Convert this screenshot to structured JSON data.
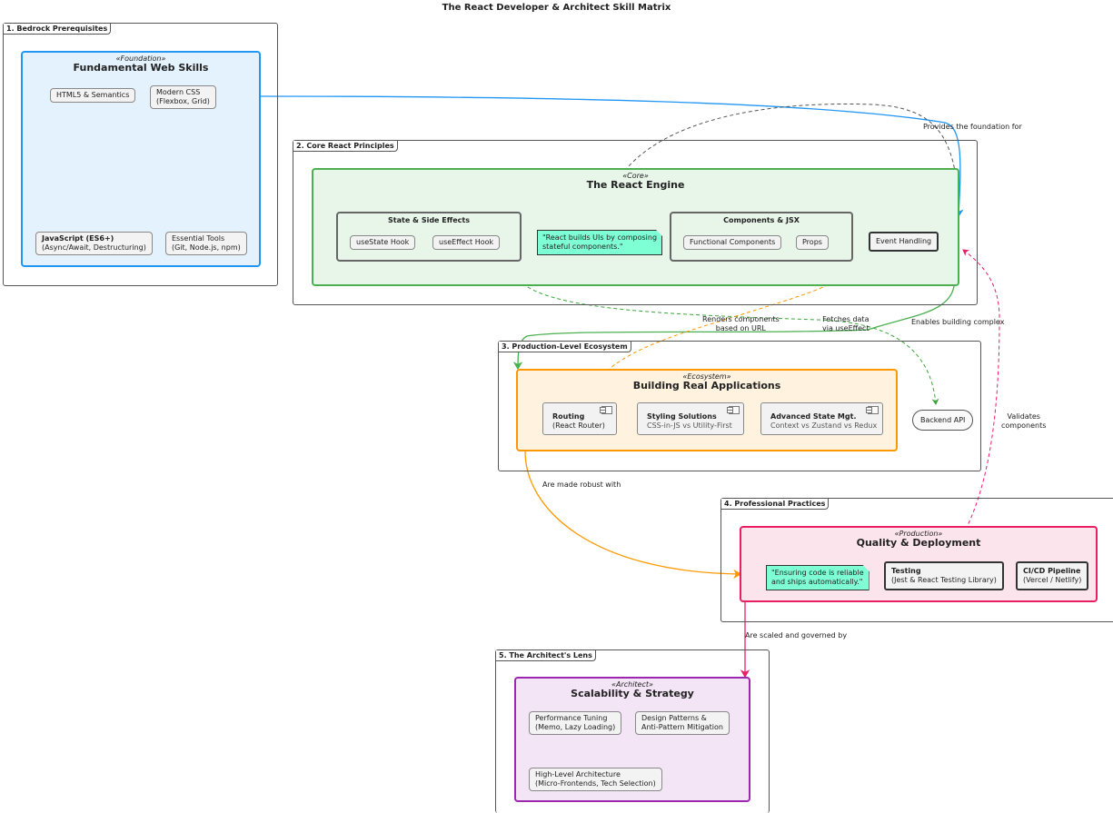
{
  "title": "The React Developer & Architect Skill Matrix",
  "frames": {
    "f1": "1. Bedrock Prerequisites",
    "f2": "2. Core React Principles",
    "f3": "3. Production-Level Ecosystem",
    "f4": "4. Professional Practices",
    "f5": "5. The Architect's Lens"
  },
  "foundation": {
    "stereotype": "«Foundation»",
    "title": "Fundamental Web Skills",
    "html": "HTML5 & Semantics",
    "css_1": "Modern CSS",
    "css_2": "(Flexbox, Grid)",
    "js_1": "JavaScript (ES6+)",
    "js_2": "(Async/Await, Destructuring)",
    "tools_1": "Essential Tools",
    "tools_2": "(Git, Node.js, npm)"
  },
  "core": {
    "stereotype": "«Core»",
    "title": "The React Engine",
    "state_group": "State & Side Effects",
    "use_state": "useState Hook",
    "use_effect": "useEffect Hook",
    "note_1": "\"React builds UIs by composing",
    "note_2": "stateful components.\"",
    "components_group": "Components & JSX",
    "functional": "Functional Components",
    "props": "Props",
    "events": "Event Handling"
  },
  "ecosystem": {
    "stereotype": "«Ecosystem»",
    "title": "Building Real Applications",
    "routing_1": "Routing",
    "routing_2": "(React Router)",
    "styling_1": "Styling Solutions",
    "styling_2": "CSS-in-JS vs Utility-First",
    "state_1": "Advanced State Mgt.",
    "state_2": "Context vs Zustand vs Redux",
    "backend": "Backend API"
  },
  "production": {
    "stereotype": "«Production»",
    "title": "Quality & Deployment",
    "note_1": "\"Ensuring code is reliable",
    "note_2": "and ships automatically.\"",
    "testing_1": "Testing",
    "testing_2": "(Jest & React Testing Library)",
    "cicd_1": "CI/CD Pipeline",
    "cicd_2": "(Vercel / Netlify)"
  },
  "architect": {
    "stereotype": "«Architect»",
    "title": "Scalability & Strategy",
    "perf_1": "Performance Tuning",
    "perf_2": "(Memo, Lazy Loading)",
    "design_1": "Design Patterns &",
    "design_2": "Anti-Pattern Mitigation",
    "arch_1": "High-Level Architecture",
    "arch_2": "(Micro-Frontends, Tech Selection)"
  },
  "edges": {
    "foundation": "Provides the foundation for",
    "renders_1": "Renders components",
    "renders_2": "based on URL",
    "fetches_1": "Fetches data",
    "fetches_2": "via useEffect",
    "enables": "Enables building complex",
    "validates_1": "Validates",
    "validates_2": "components",
    "robust": "Are made robust with",
    "scaled": "Are scaled and governed by"
  },
  "colors": {
    "foundation": "#2196f3",
    "core": "#4caf50",
    "ecosystem": "#ff9800",
    "production": "#e91e63",
    "architect": "#9c27b0",
    "note": "#7fffd4"
  }
}
